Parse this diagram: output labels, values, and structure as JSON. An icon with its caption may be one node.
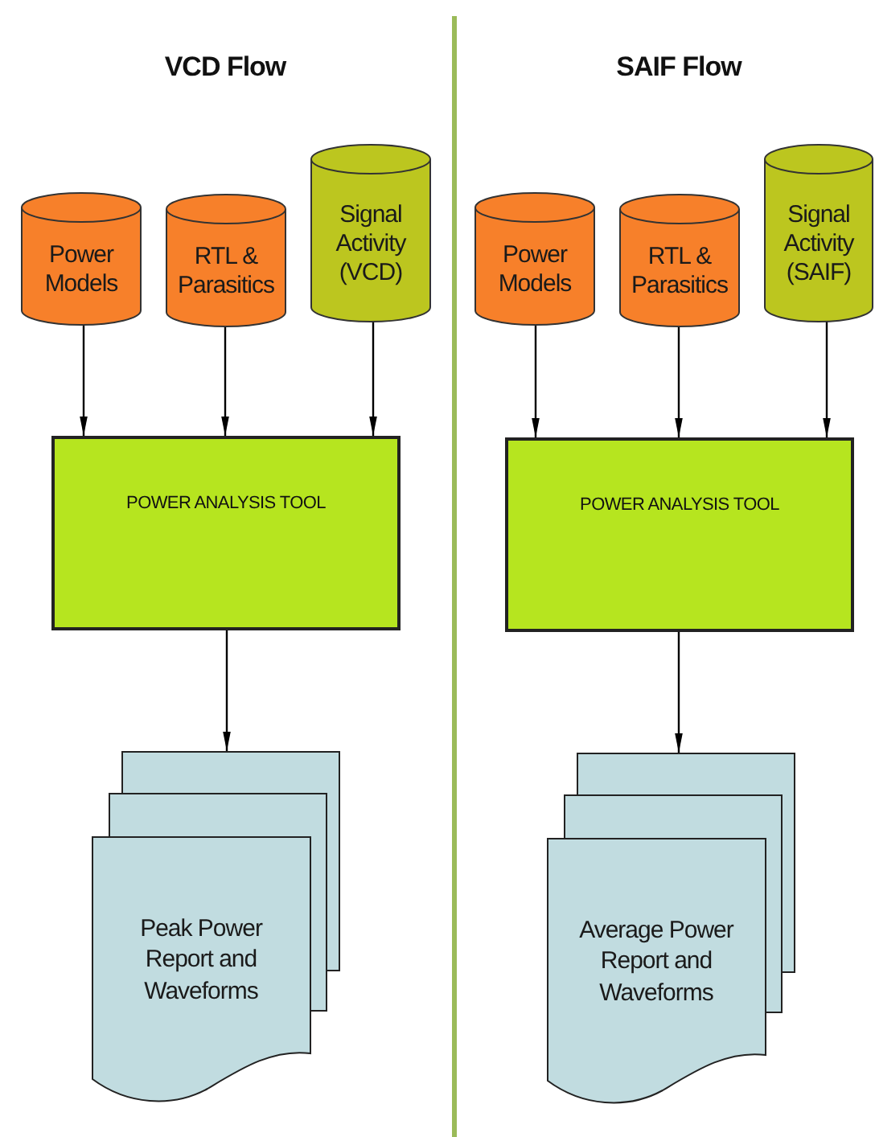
{
  "diagram": {
    "nodes": [
      {
        "text": [
          "Power Models"
        ]
      },
      {
        "text": [
          "RTL & Parasitics"
        ]
      },
      {
        "text": [
          "Signal Activity (VCD)"
        ]
      },
      {
        "text": [
          "POWER ANALYSIS TOOL"
        ]
      },
      {
        "text": [
          "Peak Power Report and Waveforms"
        ]
      },
      {
        "text": [
          "Power Models"
        ]
      },
      {
        "text": [
          "RTL & Parasitics"
        ]
      },
      {
        "text": [
          "Signal Activity (SAIF)"
        ]
      },
      {
        "text": [
          "POWER ANALYSIS TOOL"
        ]
      },
      {
        "text": [
          "Average Power Report and Waveforms"
        ]
      }
    ],
    "edges": [
      {
        "from": 0,
        "to": 3,
        "arrow": "to"
      },
      {
        "from": 1,
        "to": 3,
        "arrow": "to"
      },
      {
        "from": 2,
        "to": 3,
        "arrow": "to"
      },
      {
        "from": 3,
        "to": 4,
        "arrow": "to"
      },
      {
        "from": 5,
        "to": 8,
        "arrow": "to"
      },
      {
        "from": 6,
        "to": 8,
        "arrow": "to"
      },
      {
        "from": 7,
        "to": 8,
        "arrow": "to"
      },
      {
        "from": 8,
        "to": 9,
        "arrow": "to"
      }
    ],
    "labels": [
      "VCD Flow",
      "SAIF Flow"
    ]
  }
}
